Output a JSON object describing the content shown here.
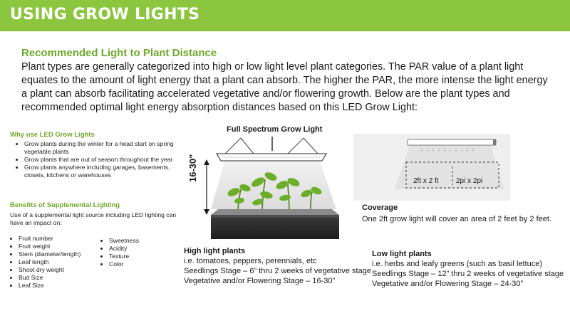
{
  "banner": {
    "title": "USING GROW LIGHTS"
  },
  "section": {
    "title": "Recommended Light to Plant Distance",
    "intro": "Plant types are generally categorized into high or low light level plant categories. The PAR value of a plant light equates to the amount of light energy that a plant can absorb. The higher the PAR, the more intense the light energy a plant can absorb facilitating accelerated vegetative and/or flowering growth. Below are the plant types and recommended optimal light energy absorption distances based on this LED Grow Light:"
  },
  "why": {
    "title": "Why use LED Grow Lights",
    "items": [
      "Grow plants during the winter for a head start on spring vegetable plants",
      "Grow plants that are out of season throughout the year",
      "Grow plants anywhere including garages, basements, closets, kitchens or  warehouses"
    ]
  },
  "benefits": {
    "title": "Benefits of Supplemental Lighting",
    "text": "Use of a supplemental light source including LED lighting can have an impact on:",
    "col1": [
      "Fruit number",
      "Fruit weight",
      "Stem (diameter/length)",
      "Leaf length",
      "Shoot dry weight",
      "Bud Size",
      "Leaf Size"
    ],
    "col2": [
      "Sweetness",
      "Acidity",
      "Texture",
      "Color"
    ]
  },
  "lamp": {
    "title": "Full Spectrum Grow Light",
    "range": "16-30\""
  },
  "high": {
    "title": "High light plants",
    "example": "i.e. tomatoes, peppers, perennials, etc",
    "seedling": "Seedlings Stage – 6” thru 2 weeks of vegetative stage",
    "vegetative": "Vegetative and/or Flowering Stage – 16-30”"
  },
  "coverage": {
    "title": "Coverage",
    "desc": "One 2ft grow light will cover an area of 2 feet by 2 feet.",
    "label_left": "2ft x 2 ft",
    "label_right": "2pi x 2pi"
  },
  "low": {
    "title": "Low light plants",
    "example": "i.e. herbs and leafy greens (such as basil lettuce)",
    "seedling": "Seedlings Stage – 12” thru 2 weeks of vegetative stage",
    "vegetative": "Vegetative and/or Flowering Stage – 24-30”"
  },
  "colors": {
    "accent": "#8cc63f",
    "accent_text": "#6ea82b"
  },
  "icons": {
    "grow_light": "led-grow-light-illustration",
    "coverage": "coverage-diagram-illustration"
  }
}
